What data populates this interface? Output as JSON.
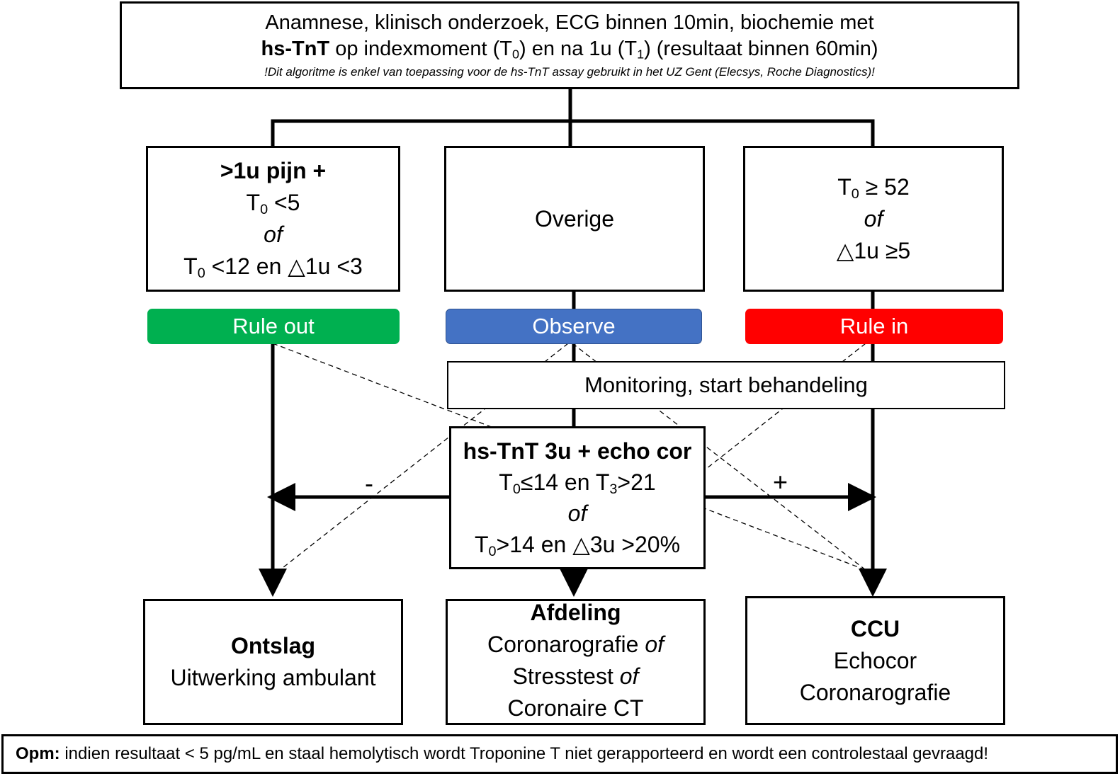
{
  "top": {
    "line1": "Anamnese, klinisch onderzoek, ECG binnen 10min, biochemie met",
    "line2_bold": "hs-TnT",
    "line2_a": " op indexmoment (T",
    "line2_sub0": "0",
    "line2_b": ") en na 1u (T",
    "line2_sub1": "1",
    "line2_c": ") (resultaat binnen 60min)",
    "note": "!Dit algoritme is enkel van toepassing voor de hs-TnT assay gebruikt in het UZ Gent (Elecsys, Roche Diagnostics)!"
  },
  "left": {
    "title": ">1u pijn +",
    "c1_t": "T",
    "c1_sub": "0",
    "c1_rest": " <5",
    "or": "of",
    "c2_t": "T",
    "c2_sub": "0",
    "c2_rest": " <12 en △1u <3"
  },
  "middle": {
    "text": "Overige"
  },
  "right": {
    "c1_t": "T",
    "c1_sub": "0",
    "c1_rest": " ≥ 52",
    "or": "of",
    "c2": "△1u ≥5"
  },
  "pills": {
    "rule_out": "Rule out",
    "observe": "Observe",
    "rule_in": "Rule in"
  },
  "colors": {
    "rule_out": "#00b050",
    "observe": "#4472c4",
    "rule_in": "#ff0000"
  },
  "monitoring": "Monitoring, start behandeling",
  "center": {
    "title": "hs-TnT 3u + echo cor",
    "c1_t": "T",
    "c1_sub": "0",
    "c1_mid": "≤14 en T",
    "c1_sub2": "3",
    "c1_rest": ">21",
    "or": "of",
    "c2_t": "T",
    "c2_sub": "0",
    "c2_rest": ">14 en △3u >20%"
  },
  "signs": {
    "minus": "-",
    "plus": "+"
  },
  "ontslag": {
    "title": "Ontslag",
    "text": "Uitwerking ambulant"
  },
  "afdeling": {
    "title": "Afdeling",
    "l1": "Coronarografie ",
    "l1_or": "of",
    "l2": "Stresstest ",
    "l2_or": "of",
    "l3": "Coronaire CT"
  },
  "ccu": {
    "title": "CCU",
    "l1": "Echocor",
    "l2": "Coronarografie"
  },
  "footer": {
    "bold": "Opm:",
    "text": " indien resultaat < 5 pg/mL en staal hemolytisch wordt Troponine T niet gerapporteerd en wordt een controlestaal gevraagd!"
  }
}
